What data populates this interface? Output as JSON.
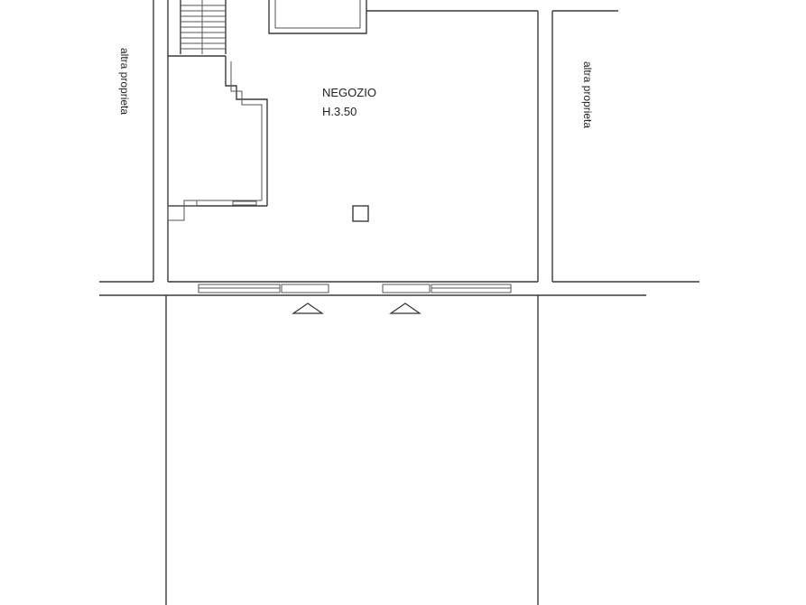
{
  "room": {
    "name": "NEGOZIO",
    "height": "H.3.50"
  },
  "neighbors": {
    "left": "altra proprieta",
    "right": "altra proprieta"
  }
}
